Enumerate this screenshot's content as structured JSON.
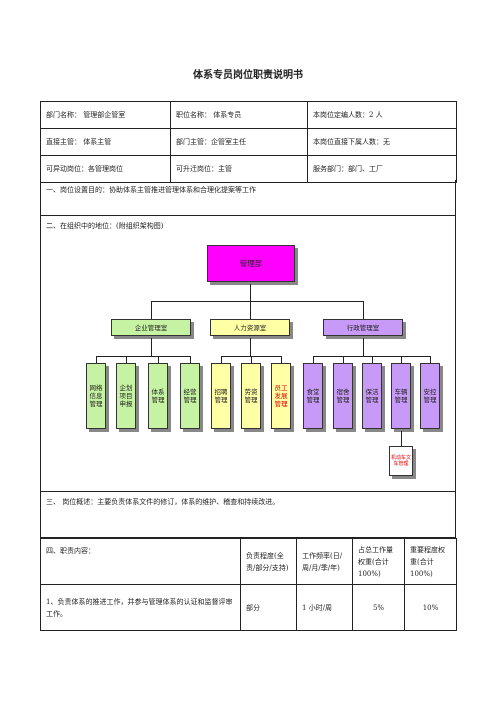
{
  "title": "体系专员岗位职责说明书",
  "info_rows": [
    [
      "部门名称： 管理部企管室",
      "职位名称： 体系专员",
      "本岗位定编人数：2 人"
    ],
    [
      "直接主管： 体系主管",
      "部门主管：企管室主任",
      "本岗位直接下属人数：无"
    ],
    [
      "可异动岗位：各管理岗位",
      "可升迁岗位：主管",
      "服务部门：部门、工厂"
    ]
  ],
  "section1": "一、岗位设置目的：协助体系主管推进管理体系和合理化提案等工作",
  "section2": "二、在组织中的地位：(附组织架构图)",
  "org": {
    "root": "管理部",
    "groups": [
      {
        "name": "企业管理室",
        "children": [
          "网络信息管理",
          "企划项目申报",
          "体系管理",
          "经营管理"
        ]
      },
      {
        "name": "人力资源室",
        "children": [
          "招聘管理",
          "劳资管理",
          "员工发展管理"
        ]
      },
      {
        "name": "行政管理室",
        "children": [
          "食堂管理",
          "宿舍管理",
          "保洁管理",
          "车辆管理",
          "安控管理"
        ]
      }
    ],
    "sub_of_vehicle": "机动车文车管理"
  },
  "section3": "三、 岗位概述：主要负责体系文件的修订，体系的维护、稽查和持续改进。",
  "duty_header": {
    "content": "四、职责内容：",
    "degree": "负责程度(全责/部分/支持)",
    "frequency": "工作频率(日/周/月/季/年)",
    "workload": "占总工作量权重(合计100%)",
    "importance": "重要程度权重(合计100%)"
  },
  "duties": [
    {
      "content": "1、负责体系的推进工作，并参与管理体系的认证和监督评审工作。",
      "degree": "部分",
      "frequency": "1 小时/周",
      "workload": "5%",
      "importance": "10%"
    }
  ]
}
